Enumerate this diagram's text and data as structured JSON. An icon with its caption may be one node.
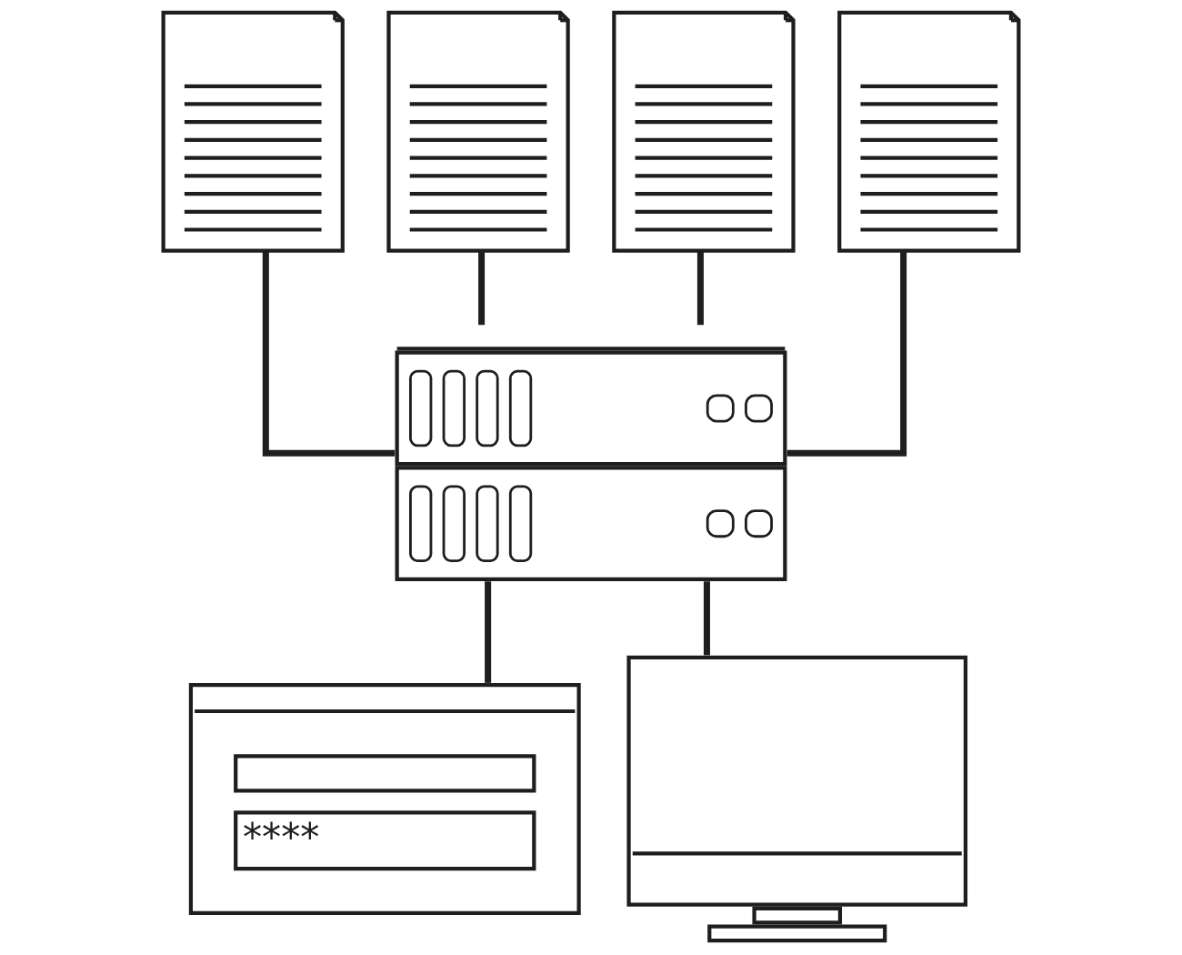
{
  "diagram": {
    "nodes": [
      {
        "text": [],
        "shape": "document"
      },
      {
        "text": [],
        "shape": "document"
      },
      {
        "text": [],
        "shape": "document"
      },
      {
        "text": [],
        "shape": "document"
      },
      {
        "text": [],
        "shape": "server"
      },
      {
        "text": [
          "****"
        ]
      },
      {
        "text": [],
        "shape": "monitor"
      }
    ],
    "edges": [
      {
        "from": 0,
        "to": 4,
        "arrow": "none"
      },
      {
        "from": 1,
        "to": 4,
        "arrow": "none"
      },
      {
        "from": 2,
        "to": 4,
        "arrow": "none"
      },
      {
        "from": 3,
        "to": 4,
        "arrow": "none"
      },
      {
        "from": 4,
        "to": 5,
        "arrow": "none"
      },
      {
        "from": 4,
        "to": 6,
        "arrow": "none"
      }
    ]
  }
}
